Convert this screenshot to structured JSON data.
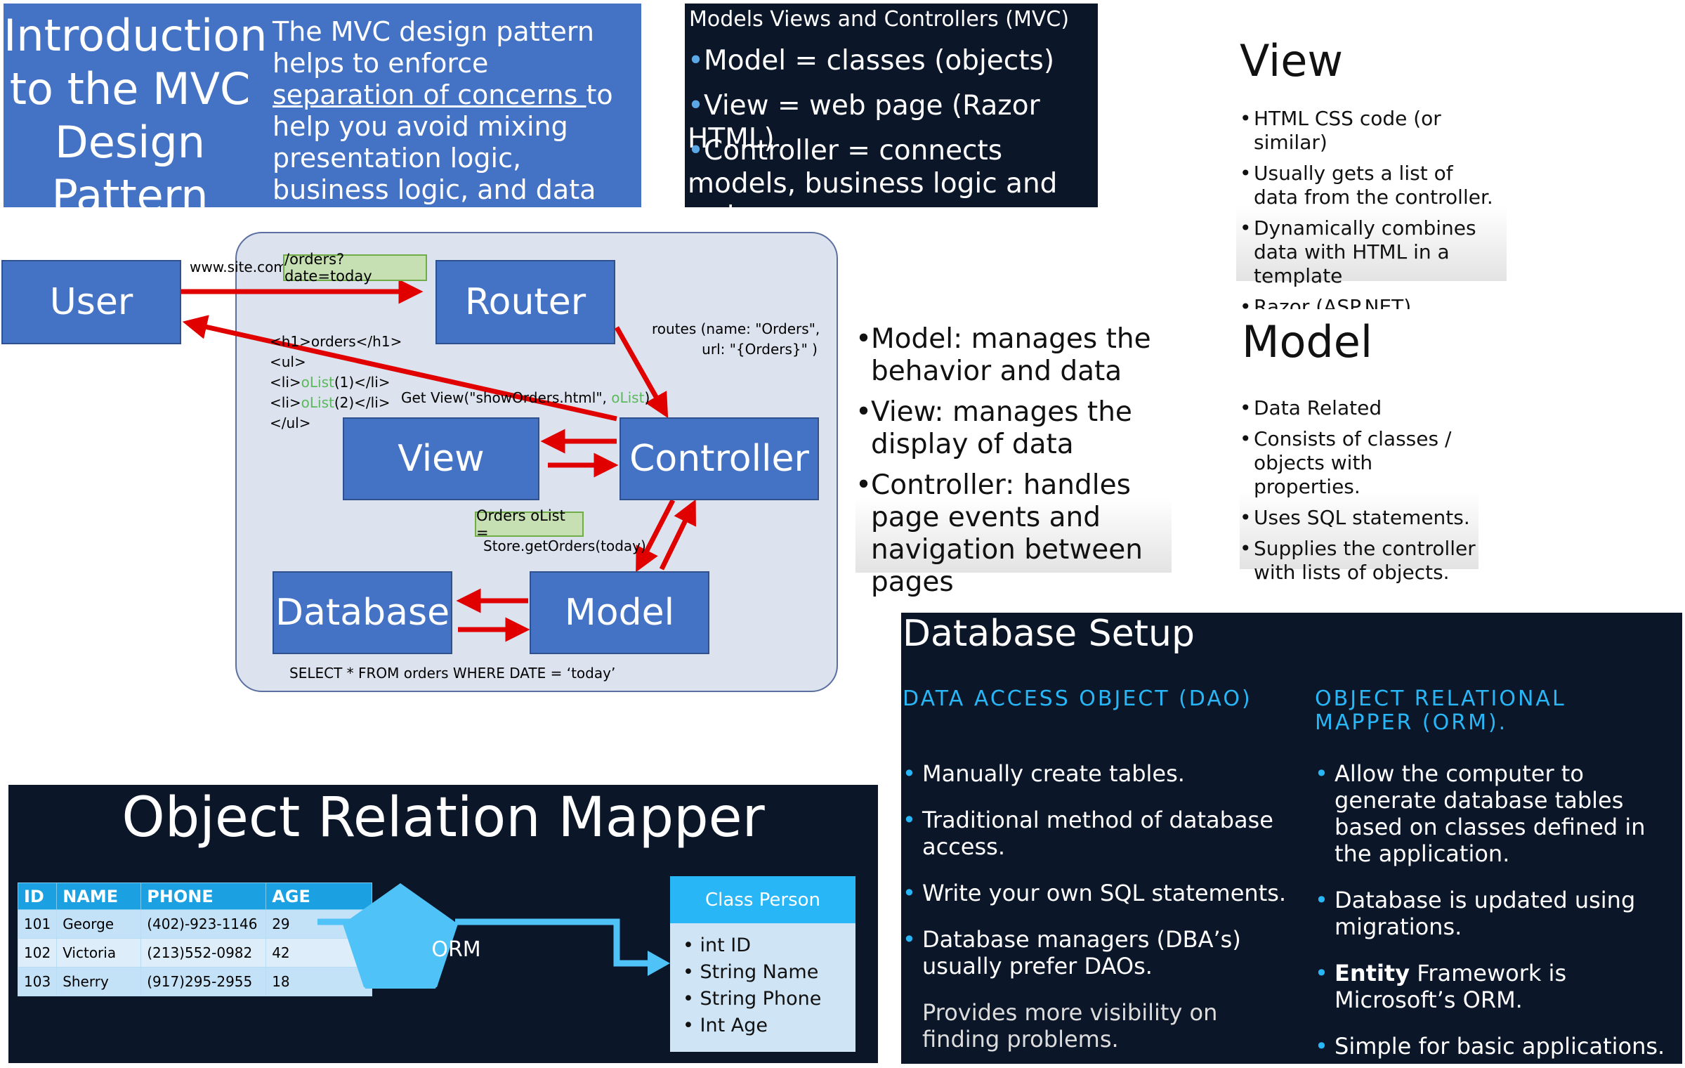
{
  "intro": {
    "title": "Introduction to the MVC Design Pattern",
    "body_before": "The MVC design pattern helps to enforce ",
    "body_link": "separation of concerns ",
    "body_after": "to help you avoid mixing presentation logic, business logic, and data access logic together."
  },
  "mvc_panel": {
    "heading": "Models Views and Controllers (MVC)",
    "items": [
      "Model = classes (objects)",
      "View = web page (Razor HTML)",
      "Controller = connects models, business logic and web pages."
    ]
  },
  "view_note": {
    "heading": "View",
    "items": [
      "HTML CSS code (or similar)",
      "Usually gets a list of data from the controller.",
      "Dynamically combines data with HTML in a template",
      "Razor (ASP.NET)"
    ]
  },
  "model_note": {
    "heading": "Model",
    "items": [
      "Data Related",
      "Consists of classes / objects with properties.",
      "Uses SQL statements.",
      "Supplies the controller with lists of objects."
    ]
  },
  "diagram": {
    "user": "User",
    "router": "Router",
    "view": "View",
    "controller": "Controller",
    "database": "Database",
    "model": "Model",
    "url_prefix": "www.site.com",
    "url_path": "/orders?date=today",
    "routes_line1": "routes (name: \"Orders\",",
    "routes_line2": "url: \"{Orders}\" )",
    "html_h1": "<h1>orders</h1>",
    "html_ul": "<ul>",
    "html_li_open": "<li>",
    "html_olist1": "oList",
    "html_li1_rest": "(1)</li>",
    "html_olist2": "oList",
    "html_li2_rest": "(2)</li>",
    "html_ul_close": "</ul>",
    "getview_text": "Get View(\"showOrders.html\", ",
    "getview_olist": "oList",
    "getview_close": ")",
    "orders_assign": "Orders oList =",
    "store_call": "Store.getOrders(today)",
    "sql": "SELECT * FROM orders WHERE DATE = ‘today’"
  },
  "summary": {
    "items": [
      "Model: manages the behavior and data",
      "View: manages the display of data",
      "Controller: handles page events and navigation between pages"
    ]
  },
  "orm": {
    "title": "Object Relation Mapper",
    "table_headers": [
      "ID",
      "NAME",
      "PHONE",
      "AGE"
    ],
    "table_rows": [
      [
        "101",
        "George",
        "(402)-923-1146",
        "29"
      ],
      [
        "102",
        "Victoria",
        "(213)552-0982",
        "42"
      ],
      [
        "103",
        "Sherry",
        "(917)295-2955",
        "18"
      ]
    ],
    "center_label": "ORM",
    "class_title": "Class Person",
    "class_items": [
      "int ID",
      "String Name",
      "String Phone",
      "Int Age"
    ]
  },
  "db_setup": {
    "title": "Database Setup",
    "dao_heading": "DATA ACCESS OBJECT (DAO)",
    "orm_heading": "OBJECT RELATIONAL MAPPER (ORM).",
    "dao_items": [
      "Manually create tables.",
      "Traditional method of database access.",
      "Write your own SQL statements.",
      "Database managers (DBA’s) usually prefer  DAOs."
    ],
    "dao_extra": "Provides more visibility on finding problems.",
    "orm_items": [
      "Allow the computer to generate database tables based on classes defined in the application.",
      "Database is updated using migrations."
    ],
    "orm_entity_bold": "Entity",
    "orm_entity_rest": " Framework is Microsoft’s ORM.",
    "orm_last": "Simple for basic applications."
  },
  "colors": {
    "box_blue": "#4472c4",
    "arrow_red": "#e00000",
    "dark_panel": "#0b1628",
    "accent_cyan": "#29b6f6"
  }
}
